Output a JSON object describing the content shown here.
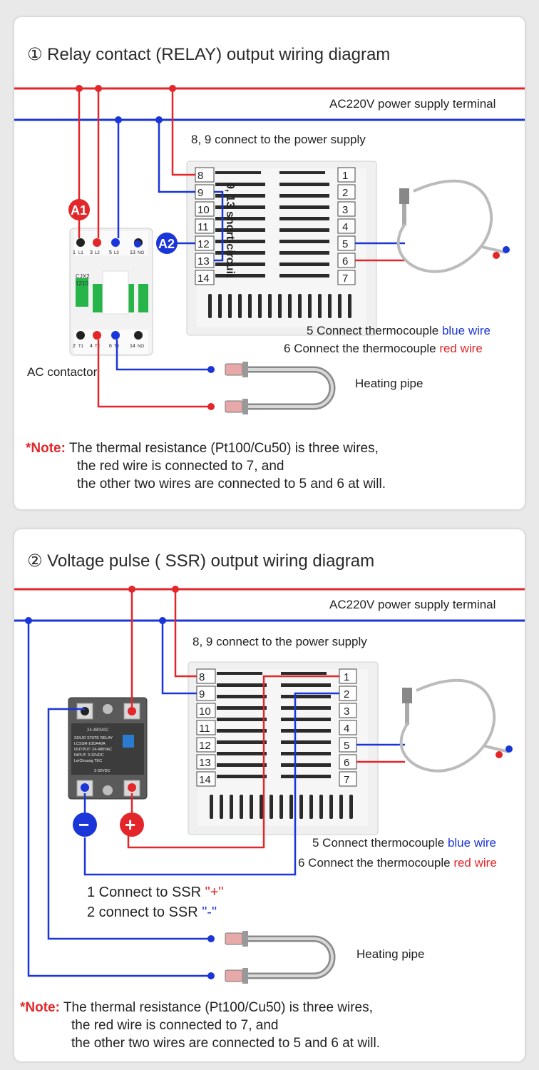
{
  "colors": {
    "red_wire": "#e3262a",
    "blue_wire": "#1a35d8",
    "panel_bg": "#ffffff"
  },
  "relay": {
    "title": "① Relay contact (RELAY) output wiring diagram",
    "supply_label": "AC220V power supply terminal",
    "power_note": "8, 9 connect to the power supply",
    "short_circuit": "9, 13 short-circuit",
    "left_terminals": [
      "8",
      "9",
      "10",
      "11",
      "12",
      "13",
      "14"
    ],
    "right_terminals": [
      "1",
      "2",
      "3",
      "4",
      "5",
      "6",
      "7"
    ],
    "marker_a1": "A1",
    "marker_a2": "A2",
    "contactor_label": "AC contactor",
    "contactor_model": "CJX2",
    "contactor_rating": "1210",
    "contactor_top_terms": [
      "1",
      "3",
      "5",
      "13"
    ],
    "contactor_top_subs": [
      "L1",
      "L2",
      "L3",
      "NO"
    ],
    "contactor_bottom_terms": [
      "2",
      "4",
      "6",
      "14"
    ],
    "contactor_bottom_subs": [
      "T1",
      "T2",
      "T3",
      "NO"
    ],
    "heating_label": "Heating pipe",
    "tc_blue_prefix": "5 Connect thermocouple ",
    "tc_blue_word": "blue wire",
    "tc_red_prefix": "6 Connect the thermocouple ",
    "tc_red_word": "red wire",
    "note_label": "*Note:",
    "note_lines": [
      "The thermal resistance (Pt100/Cu50) is three wires,",
      "the red wire is connected to 7, and",
      "the other two wires are connected to 5 and 6 at will."
    ]
  },
  "ssr": {
    "title": "② Voltage pulse ( SSR) output wiring diagram",
    "supply_label": "AC220V power supply terminal",
    "power_note": "8, 9 connect to the power supply",
    "left_terminals": [
      "8",
      "9",
      "10",
      "11",
      "12",
      "13",
      "14"
    ],
    "right_terminals": [
      "1",
      "2",
      "3",
      "4",
      "5",
      "6",
      "7"
    ],
    "ssr_minus": "−",
    "ssr_plus": "+",
    "ssr_lines": [
      "SOLID STATE RELAY",
      "LCSSR-10DA40A",
      "OUTPUT: 24-480VAC",
      "INPUT: 3-32VDC",
      "LeiChuang TEC",
      "3-32VDC"
    ],
    "ssr_top_spec": "24-480VAC",
    "connect_plus_prefix": "1 Connect to SSR ",
    "connect_plus_mark": "\"+\"",
    "connect_minus_prefix": "2 connect to SSR ",
    "connect_minus_mark": "\"-\"",
    "heating_label": "Heating pipe",
    "tc_blue_prefix": "5 Connect thermocouple ",
    "tc_blue_word": "blue wire",
    "tc_red_prefix": "6 Connect the thermocouple ",
    "tc_red_word": "red wire",
    "note_label": "*Note:",
    "note_lines": [
      "The thermal resistance (Pt100/Cu50) is three wires,",
      "the red wire is connected to 7, and",
      "the other two wires are connected to 5 and 6 at will."
    ]
  }
}
